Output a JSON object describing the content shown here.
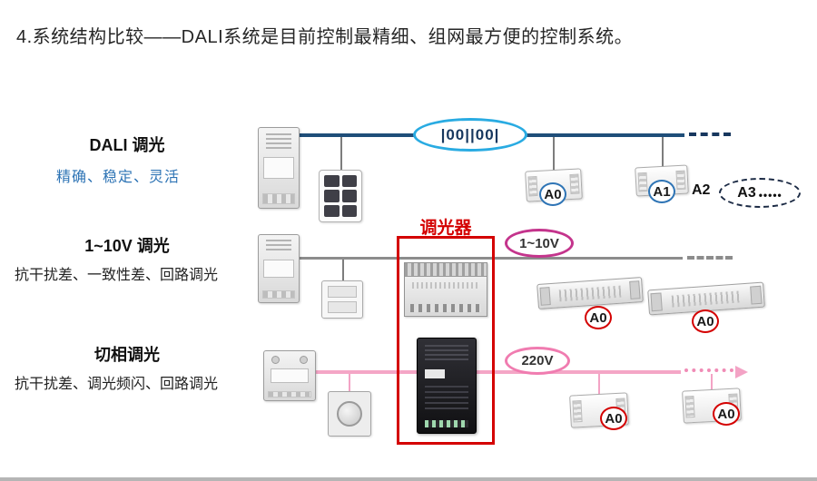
{
  "title": "4.系统结构比较——DALI系统是目前控制最精细、组网最方便的控制系统。",
  "dali": {
    "label": "DALI 调光",
    "subtitle": "精确、稳定、灵活",
    "bus_signal": "|00||00|",
    "node_a0": "A0",
    "node_a1": "A1",
    "node_a2": "A2",
    "node_a3": "A3",
    "node_more_dots": "•••••"
  },
  "analog": {
    "label": "1~10V 调光",
    "subtitle": "抗干扰差、一致性差、回路调光",
    "bus_signal": "1~10V",
    "node_a0_left": "A0",
    "node_a0_right": "A0"
  },
  "phase": {
    "label": "切相调光",
    "subtitle": "抗干扰差、调光频闪、回路调光",
    "bus_signal": "220V",
    "node_a0_left": "A0",
    "node_a0_right": "A0"
  },
  "highlight": {
    "dimmer_label": "调光器"
  },
  "colors": {
    "dali_bus": "#1F4E79",
    "dali_signal_ellipse": "#29ABE2",
    "dali_subtitle": "#2E74B5",
    "analog_bus": "#8C8C8C",
    "analog_signal_ellipse": "#C4348C",
    "phase_bus": "#F4A6C6",
    "phase_signal_ellipse": "#F07CB0",
    "node_badge_blue": "#2E74B5",
    "node_badge_red": "#D40000",
    "highlight_box": "#D40000"
  }
}
